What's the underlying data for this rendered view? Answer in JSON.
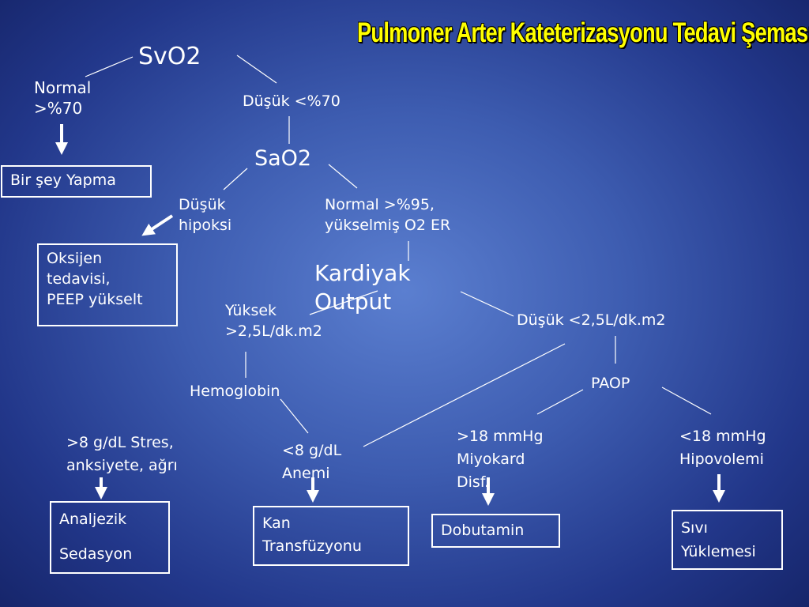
{
  "title": "Pulmoner Arter Kateterizasyonu Tedavi Şeması",
  "nodes": {
    "svo2": "SvO2",
    "svo2_normal": "Normal\n>%70",
    "svo2_low": "Düşük <%70",
    "sao2": "SaO2",
    "sao2_low": "Düşük\nhipoksi",
    "sao2_normal": "Normal >%95,\nyükselmiş O2 ER",
    "cardiac_output": "Kardiyak\nOutput",
    "co_high": "Yüksek\n>2,5L/dk.m2",
    "co_low": "Düşük <2,5L/dk.m2",
    "hemoglobin": "Hemoglobin",
    "paop": "PAOP",
    "hb_high": ">8 g/dL Stres,\nanksiyete, ağrı",
    "hb_low": "<8 g/dL\nAnemi",
    "paop_high": ">18 mmHg\nMiyokard\nDisf.",
    "paop_low": "<18 mmHg\nHipovolemi"
  },
  "actions": {
    "nothing": "Bir şey Yapma",
    "oxygen": "Oksijen\ntedavisi,\nPEEP yükselt",
    "analgesia": "Analjezik\n\nSedasyon",
    "transfusion": "Kan\nTransfüzyonu",
    "dobutamine": "Dobutamin",
    "fluids": "Sıvı\nYüklemesi"
  },
  "colors": {
    "title": "#ffff00",
    "text": "#ffffff"
  }
}
